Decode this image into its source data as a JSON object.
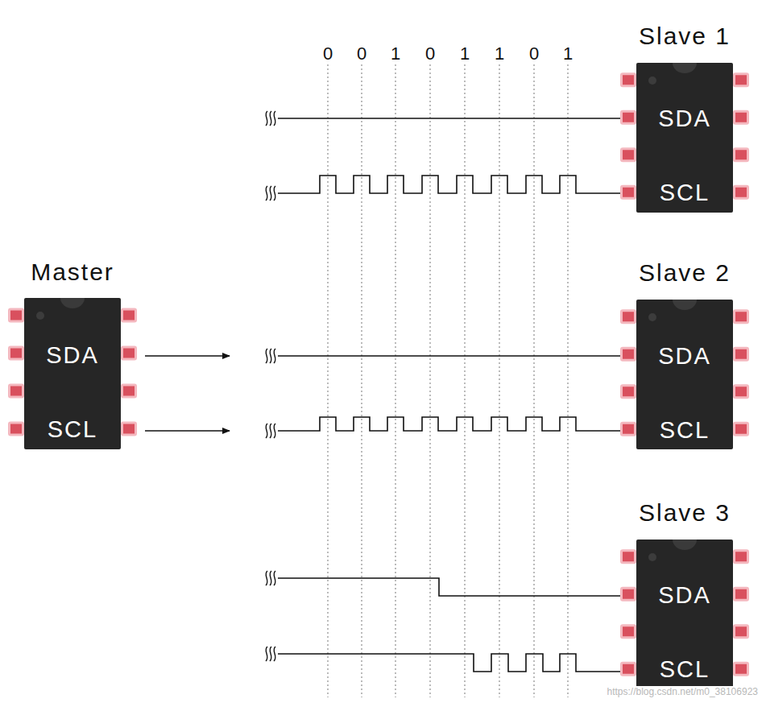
{
  "diagram": {
    "nodes": [
      {
        "text": [
          "Slave 1",
          "SDA",
          "SCL"
        ]
      },
      {
        "text": [
          "Master",
          "SDA",
          "SCL"
        ]
      },
      {
        "text": [
          "Slave 2",
          "SDA",
          "SCL"
        ]
      },
      {
        "text": [
          "Slave 3",
          "SDA",
          "SCL"
        ]
      }
    ],
    "labels": [
      "0",
      "0",
      "1",
      "0",
      "1",
      "1",
      "0",
      "1",
      "https://blog.csdn.net/m0_38106923"
    ]
  }
}
